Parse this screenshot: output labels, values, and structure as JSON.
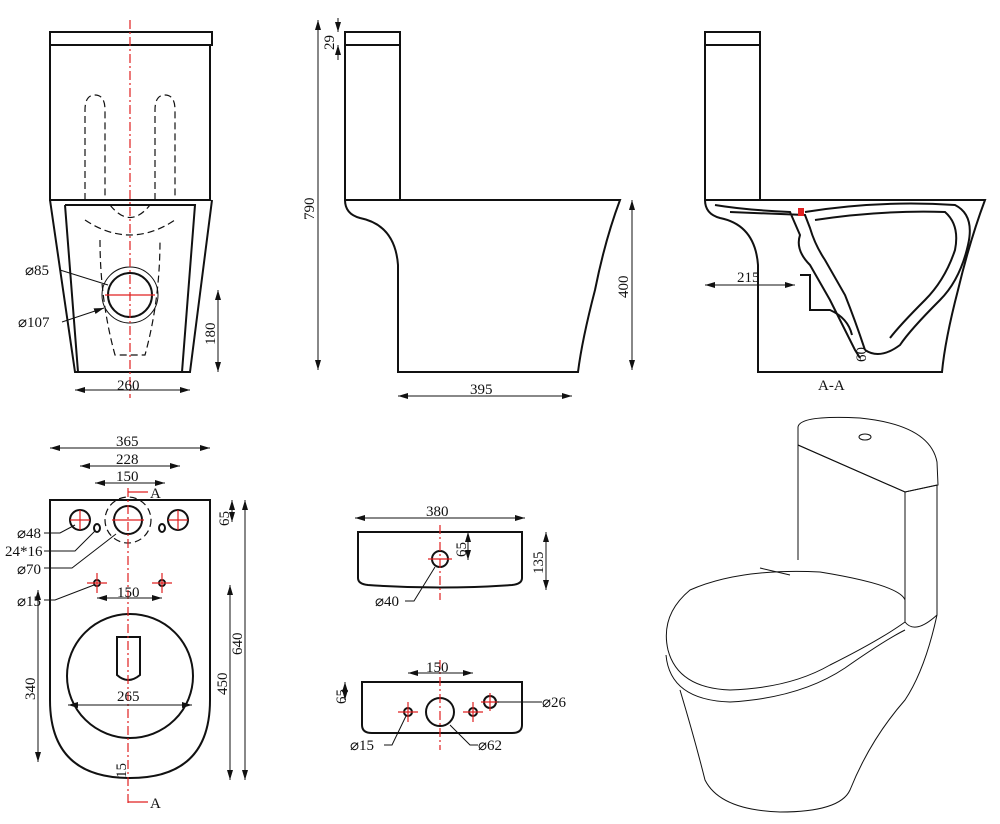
{
  "front_view": {
    "d85": "⌀85",
    "d107": "⌀107",
    "w260": "260",
    "h180": "180"
  },
  "side_view": {
    "h29": "29",
    "h790": "790",
    "h400": "400",
    "w395": "395"
  },
  "section_view": {
    "w215": "215",
    "h60": "60",
    "label": "A-A"
  },
  "plan_view": {
    "w365": "365",
    "w228": "228",
    "w150_top": "150",
    "section_mark": "A",
    "d48": "⌀48",
    "slot": "24*16",
    "d70": "⌀70",
    "d15": "⌀15",
    "w150": "150",
    "h65": "65",
    "h640": "640",
    "h450": "450",
    "h340": "340",
    "w265": "265",
    "h15": "15"
  },
  "tank_top_view": {
    "w380": "380",
    "h65": "65",
    "h135": "135",
    "d40": "⌀40"
  },
  "tank_bottom_view": {
    "w150": "150",
    "h65": "65",
    "d15": "⌀15",
    "d62": "⌀62",
    "d26": "⌀26"
  },
  "colors": {
    "line": "#111111",
    "centerline": "#e02020"
  }
}
